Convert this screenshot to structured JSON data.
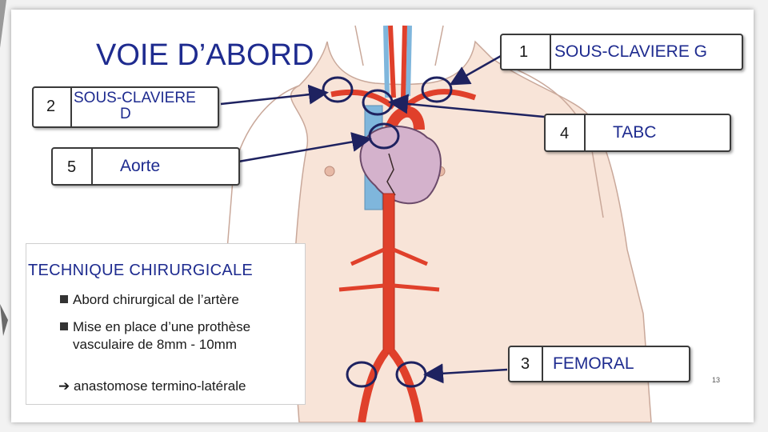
{
  "title": "VOIE D’ABORD",
  "callouts": {
    "sous_claviere_g": {
      "num": "1",
      "label": "SOUS-CLAVIERE G"
    },
    "sous_claviere_d": {
      "num": "2",
      "label_line1": "SOUS-CLAVIERE",
      "label_line2": "D"
    },
    "femoral": {
      "num": "3",
      "label": "FEMORAL"
    },
    "tabc": {
      "num": "4",
      "label": "TABC"
    },
    "aorte": {
      "num": "5",
      "label": "Aorte"
    }
  },
  "technique": {
    "title": "TECHNIQUE CHIRURGICALE",
    "bullets": [
      {
        "line1": "Abord chirurgical de l’artère",
        "line2": ""
      },
      {
        "line1": "Mise en place d’une prothèse",
        "line2": "vasculaire de 8mm - 10mm"
      }
    ],
    "arrow_glyph": "➔",
    "conclusion": "anastomose termino-latérale"
  },
  "page_number": "13",
  "colors": {
    "title_blue": "#1e2b8f",
    "artery_red": "#e0402b",
    "vein_blue": "#7fb6dc",
    "circle_navy": "#1e2260"
  }
}
